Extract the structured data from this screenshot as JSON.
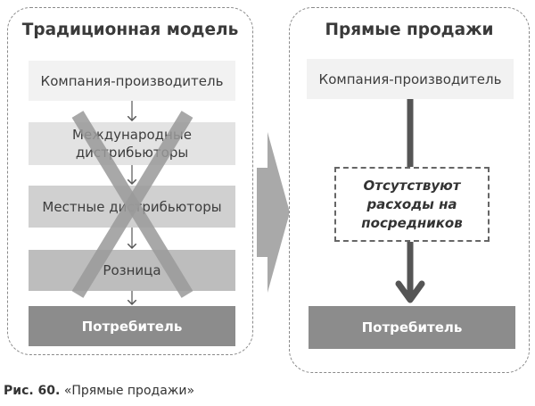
{
  "left_panel": {
    "title": "Традиционная модель",
    "boxes": [
      "Компания-производитель",
      "Международные дистрибьюторы",
      "Местные дистрибьюторы",
      "Розница",
      "Потребитель"
    ]
  },
  "right_panel": {
    "title": "Прямые продажи",
    "top_box": "Компания-производитель",
    "middle_box": "Отсутствуют расходы на посредников",
    "bottom_box": "Потребитель"
  },
  "caption": {
    "label": "Рис. 60.",
    "text": "«Прямые продажи»"
  },
  "colors": {
    "cross": "#9a9a9a",
    "arrow": "#555555",
    "big_arrow": "#a9a9a9"
  }
}
